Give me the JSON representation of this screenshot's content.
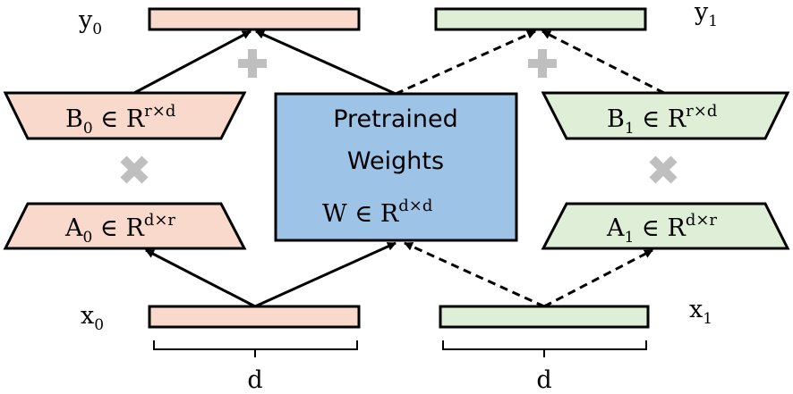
{
  "colors": {
    "pink_fill": "#f8d9cc",
    "green_fill": "#dfeed6",
    "blue_fill": "#9dc3e6",
    "stroke": "#000000",
    "operator_gray": "#bfbfbf"
  },
  "icons": {
    "plus": "plus-icon",
    "multiply": "multiply-icon"
  },
  "left": {
    "y_label": "y",
    "y_sub": "0",
    "x_label": "x",
    "x_sub": "0",
    "b_label": "B",
    "b_sub": "0",
    "b_space": " ∈ R",
    "b_sup": "r×d",
    "a_label": "A",
    "a_sub": "0",
    "a_space": " ∈ R",
    "a_sup": "d×r",
    "dim": "d"
  },
  "right": {
    "y_label": "y",
    "y_sub": "1",
    "x_label": "x",
    "x_sub": "1",
    "b_label": "B",
    "b_sub": "1",
    "b_space": " ∈ R",
    "b_sup": "r×d",
    "a_label": "A",
    "a_sub": "1",
    "a_space": " ∈ R",
    "a_sup": "d×r",
    "dim": "d"
  },
  "center": {
    "title_line1": "Pretrained",
    "title_line2": "Weights",
    "w_label": "W ∈ R",
    "w_sup": "d×d"
  }
}
